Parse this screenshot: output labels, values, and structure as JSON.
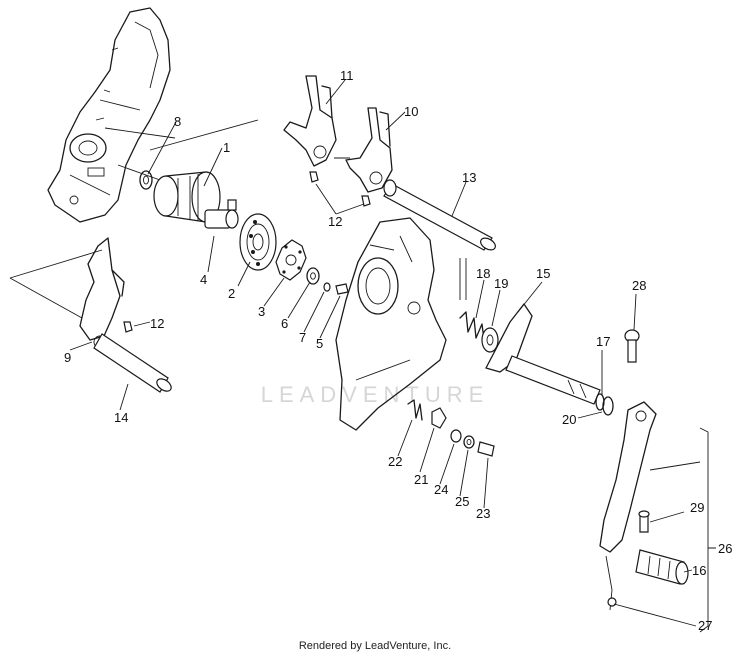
{
  "watermark": "LEADVENTURE",
  "credit": "Rendered by LeadVenture, Inc.",
  "callouts": [
    {
      "id": "c1",
      "label": "1"
    },
    {
      "id": "c2",
      "label": "2"
    },
    {
      "id": "c3",
      "label": "3"
    },
    {
      "id": "c4",
      "label": "4"
    },
    {
      "id": "c5",
      "label": "5"
    },
    {
      "id": "c6",
      "label": "6"
    },
    {
      "id": "c7",
      "label": "7"
    },
    {
      "id": "c8",
      "label": "8"
    },
    {
      "id": "c9",
      "label": "9"
    },
    {
      "id": "c10",
      "label": "10"
    },
    {
      "id": "c11",
      "label": "11"
    },
    {
      "id": "c12a",
      "label": "12"
    },
    {
      "id": "c12b",
      "label": "12"
    },
    {
      "id": "c13",
      "label": "13"
    },
    {
      "id": "c14",
      "label": "14"
    },
    {
      "id": "c15",
      "label": "15"
    },
    {
      "id": "c16",
      "label": "16"
    },
    {
      "id": "c17",
      "label": "17"
    },
    {
      "id": "c18",
      "label": "18"
    },
    {
      "id": "c19",
      "label": "19"
    },
    {
      "id": "c20",
      "label": "20"
    },
    {
      "id": "c21",
      "label": "21"
    },
    {
      "id": "c22",
      "label": "22"
    },
    {
      "id": "c23",
      "label": "23"
    },
    {
      "id": "c24",
      "label": "24"
    },
    {
      "id": "c25",
      "label": "25"
    },
    {
      "id": "c26",
      "label": "26"
    },
    {
      "id": "c27",
      "label": "27"
    },
    {
      "id": "c28",
      "label": "28"
    },
    {
      "id": "c29",
      "label": "29"
    }
  ]
}
